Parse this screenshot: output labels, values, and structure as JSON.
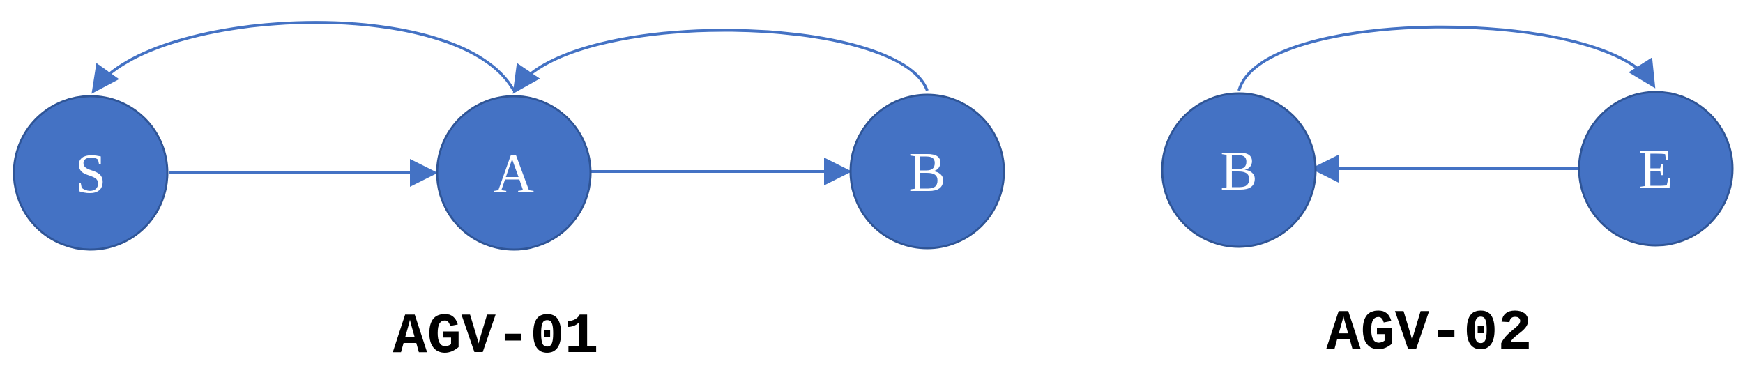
{
  "groups": [
    {
      "caption": "AGV-01",
      "nodes": [
        {
          "label": "S"
        },
        {
          "label": "A"
        },
        {
          "label": "B"
        }
      ],
      "edges": [
        {
          "from": "S",
          "to": "A",
          "kind": "straight"
        },
        {
          "from": "A",
          "to": "B",
          "kind": "straight"
        },
        {
          "from": "A",
          "to": "S",
          "kind": "arc"
        },
        {
          "from": "B",
          "to": "A",
          "kind": "arc"
        }
      ]
    },
    {
      "caption": "AGV-02",
      "nodes": [
        {
          "label": "B"
        },
        {
          "label": "E"
        }
      ],
      "edges": [
        {
          "from": "E",
          "to": "B",
          "kind": "straight"
        },
        {
          "from": "B",
          "to": "E",
          "kind": "arc"
        }
      ]
    }
  ],
  "colors": {
    "node_fill": "#4472C4",
    "node_stroke": "#2F5597",
    "edge": "#4472C4",
    "label": "#FFFFFF",
    "caption": "#000000"
  }
}
